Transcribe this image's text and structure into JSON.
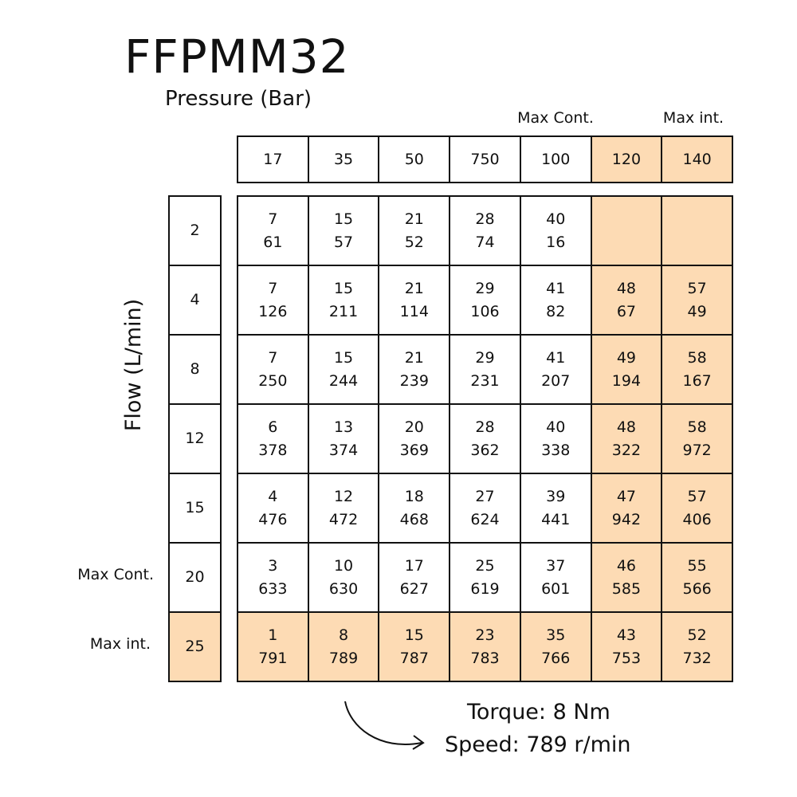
{
  "chart_data": {
    "type": "table",
    "title": "FFPMM32",
    "pressure_label": "Pressure (Bar)",
    "flow_label": "Flow (L/min)",
    "pressure_notes": [
      {
        "col": 4,
        "text": "Max Cont."
      },
      {
        "col": 6,
        "text": "Max int."
      }
    ],
    "flow_notes": [
      {
        "row": 5,
        "text": "Max Cont."
      },
      {
        "row": 6,
        "text": "Max int."
      }
    ],
    "pressures": [
      "17",
      "35",
      "50",
      "750",
      "100",
      "120",
      "140"
    ],
    "flows": [
      "2",
      "4",
      "8",
      "12",
      "15",
      "20",
      "25"
    ],
    "highlight_columns": [
      5,
      6
    ],
    "highlight_rows": [
      6
    ],
    "highlight_color": "#fddbb4",
    "cells": [
      [
        {
          "torque": "7",
          "speed": "61"
        },
        {
          "torque": "15",
          "speed": "57"
        },
        {
          "torque": "21",
          "speed": "52"
        },
        {
          "torque": "28",
          "speed": "74"
        },
        {
          "torque": "40",
          "speed": "16"
        },
        {
          "torque": "",
          "speed": ""
        },
        {
          "torque": "",
          "speed": ""
        }
      ],
      [
        {
          "torque": "7",
          "speed": "126"
        },
        {
          "torque": "15",
          "speed": "211"
        },
        {
          "torque": "21",
          "speed": "114"
        },
        {
          "torque": "29",
          "speed": "106"
        },
        {
          "torque": "41",
          "speed": "82"
        },
        {
          "torque": "48",
          "speed": "67"
        },
        {
          "torque": "57",
          "speed": "49"
        }
      ],
      [
        {
          "torque": "7",
          "speed": "250"
        },
        {
          "torque": "15",
          "speed": "244"
        },
        {
          "torque": "21",
          "speed": "239"
        },
        {
          "torque": "29",
          "speed": "231"
        },
        {
          "torque": "41",
          "speed": "207"
        },
        {
          "torque": "49",
          "speed": "194"
        },
        {
          "torque": "58",
          "speed": "167"
        }
      ],
      [
        {
          "torque": "6",
          "speed": "378"
        },
        {
          "torque": "13",
          "speed": "374"
        },
        {
          "torque": "20",
          "speed": "369"
        },
        {
          "torque": "28",
          "speed": "362"
        },
        {
          "torque": "40",
          "speed": "338"
        },
        {
          "torque": "48",
          "speed": "322"
        },
        {
          "torque": "58",
          "speed": "972"
        }
      ],
      [
        {
          "torque": "4",
          "speed": "476"
        },
        {
          "torque": "12",
          "speed": "472"
        },
        {
          "torque": "18",
          "speed": "468"
        },
        {
          "torque": "27",
          "speed": "624"
        },
        {
          "torque": "39",
          "speed": "441"
        },
        {
          "torque": "47",
          "speed": "942"
        },
        {
          "torque": "57",
          "speed": "406"
        }
      ],
      [
        {
          "torque": "3",
          "speed": "633"
        },
        {
          "torque": "10",
          "speed": "630"
        },
        {
          "torque": "17",
          "speed": "627"
        },
        {
          "torque": "25",
          "speed": "619"
        },
        {
          "torque": "37",
          "speed": "601"
        },
        {
          "torque": "46",
          "speed": "585"
        },
        {
          "torque": "55",
          "speed": "566"
        }
      ],
      [
        {
          "torque": "1",
          "speed": "791"
        },
        {
          "torque": "8",
          "speed": "789"
        },
        {
          "torque": "15",
          "speed": "787"
        },
        {
          "torque": "23",
          "speed": "783"
        },
        {
          "torque": "35",
          "speed": "766"
        },
        {
          "torque": "43",
          "speed": "753"
        },
        {
          "torque": "52",
          "speed": "732"
        }
      ]
    ],
    "legend": {
      "torque_text": "Torque: 8 Nm",
      "speed_text": "Speed: 789 r/min"
    }
  }
}
